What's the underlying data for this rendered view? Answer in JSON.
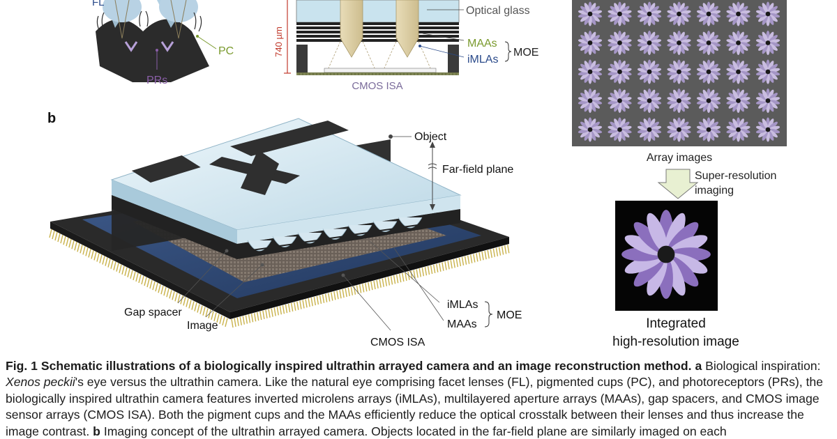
{
  "panel_a": {
    "eye_labels": {
      "fl": "FL",
      "pc": "PC",
      "prs": "PRs"
    },
    "camera_labels": {
      "height": "740 µm",
      "optical_glass": "Optical glass",
      "maas": "MAAs",
      "imlas": "iMLAs",
      "moe": "MOE",
      "cmos": "CMOS ISA"
    }
  },
  "panel_b": {
    "letter": "b",
    "object": "Object",
    "far_field": "Far-field plane",
    "gap_spacer": "Gap spacer",
    "image": "Image",
    "imlas": "iMLAs",
    "maas": "MAAs",
    "moe": "MOE",
    "cmos": "CMOS ISA"
  },
  "right_panel": {
    "array_images": "Array images",
    "super_res_line1": "Super-resolution",
    "super_res_line2": "imaging",
    "integrated_line1": "Integrated",
    "integrated_line2": "high-resolution image"
  },
  "caption": {
    "fig_label": "Fig. 1",
    "title": "Schematic illustrations of a biologically inspired ultrathin arrayed camera and an image reconstruction method.",
    "a_label": "a",
    "a_intro": "Biological inspiration:",
    "species": "Xenos peckii",
    "a_text": "'s eye versus the ultrathin camera. Like the natural eye comprising facet lenses (FL), pigmented cups (PC), and photoreceptors (PRs), the biologically inspired ultrathin camera features inverted microlens arrays (iMLAs), multilayered aperture arrays (MAAs), gap spacers, and CMOS image sensor arrays (CMOS ISA). Both the pigment cups and the MAAs efficiently reduce the optical crosstalk between their lenses and thus increase the image contrast.",
    "b_label": "b",
    "b_text": "Imaging concept of the ultrathin arrayed camera. Objects located in the far-field plane are similarly imaged on each"
  },
  "colors": {
    "glass": "#c9e3ee",
    "dark": "#2b2b2b",
    "pin_gold": "#c9b24a",
    "flower_purple": "#a28bc4",
    "label_green": "#7a9a2e",
    "label_purple": "#8a5fa8",
    "label_blue": "#2a4a8a",
    "height_red": "#c0392b"
  }
}
